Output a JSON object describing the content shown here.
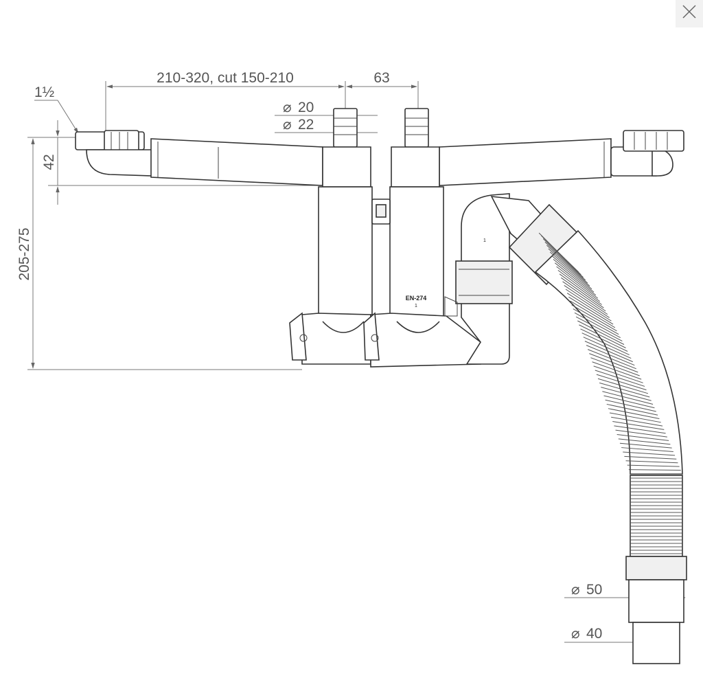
{
  "viewer": {
    "close_icon": "close-icon",
    "colors": {
      "background": "#ffffff",
      "line": "#333333",
      "dimension": "#555555",
      "close_bg": "#f2f2f2"
    }
  },
  "drawing": {
    "dimensions": {
      "top_width": "210-320, cut 150-210",
      "spacing": "63",
      "pipe_outer_small": "20",
      "pipe_outer_large": "22",
      "thread": "1½",
      "height_small": "42",
      "height_total": "205-275",
      "outlet_outer": "50",
      "outlet_inner": "40"
    },
    "diameter_symbol": "⌀",
    "marking": "EN-274",
    "part_number": "1"
  }
}
